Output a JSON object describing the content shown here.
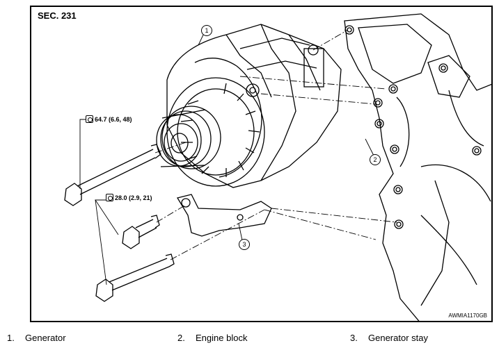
{
  "section_label": "SEC. 231",
  "drawing_code": "AWMIA1170GB",
  "torques": [
    {
      "value": "64.7 (6.6, 48)"
    },
    {
      "value": "28.0 (2.9, 21)"
    }
  ],
  "callouts": [
    "1",
    "2",
    "3"
  ],
  "legend": [
    {
      "num": "1.",
      "label": "Generator"
    },
    {
      "num": "2.",
      "label": "Engine block"
    },
    {
      "num": "3.",
      "label": "Generator stay"
    }
  ]
}
